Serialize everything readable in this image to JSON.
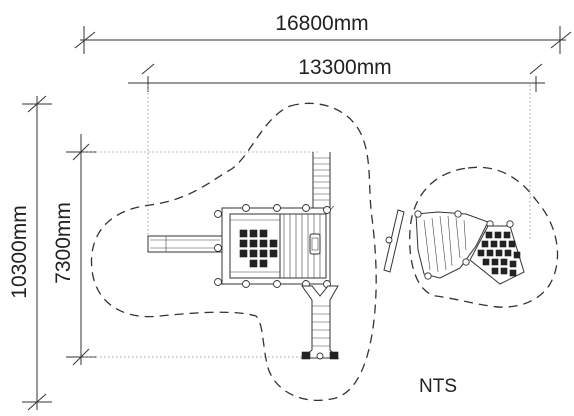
{
  "dimensions": {
    "overall_width": "16800mm",
    "inner_width": "13300mm",
    "overall_depth": "10300mm",
    "inner_depth": "7300mm"
  },
  "note": "NTS",
  "colors": {
    "line": "#333333",
    "background": "#ffffff"
  }
}
